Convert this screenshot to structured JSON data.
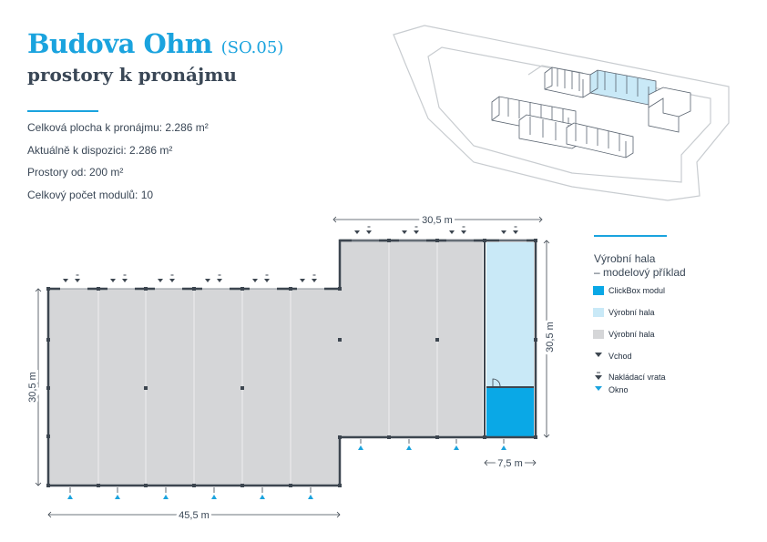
{
  "header": {
    "title": "Budova Ohm",
    "code": "(SO.05)",
    "subtitle": "prostory k pronájmu"
  },
  "stats": [
    "Celková plocha k pronájmu: 2.286 m²",
    "Aktuálně k dispozici: 2.286 m²",
    "Prostory od: 200 m²",
    "Celkový počet modulů: 10"
  ],
  "dimensions": {
    "top": "30,5 m",
    "left": "30,5 m",
    "bottom": "45,5 m",
    "right": "30,5 m",
    "module_width": "7,5 m"
  },
  "legend": {
    "title_line1": "Výrobní hala",
    "title_line2": "– modelový příklad",
    "items": [
      {
        "label": "ClickBox modul",
        "color": "#0aa8e6"
      },
      {
        "label": "Výrobní hala",
        "color": "#c9e9f7"
      },
      {
        "label": "Výrobní hala",
        "color": "#d5d6d8"
      },
      {
        "label": "Vchod",
        "icon": "entrance-arrow-icon"
      },
      {
        "label": "Nakládací vrata",
        "icon": "loading-gate-icon"
      },
      {
        "label": "Okno",
        "icon": "window-icon",
        "color": "#1aa3de"
      }
    ]
  },
  "colors": {
    "accent": "#1aa3de",
    "clickbox": "#0aa8e6",
    "hall_light_blue": "#c9e9f7",
    "hall_gray": "#d5d6d8",
    "wall": "#3d4650"
  }
}
